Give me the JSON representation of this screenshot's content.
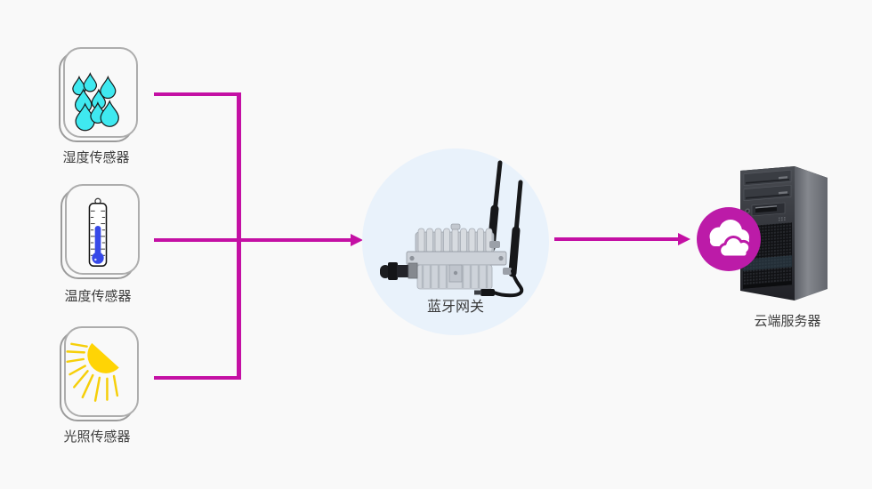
{
  "canvas_bg": "#f9f9f9",
  "colors": {
    "canvas_bg": "#f9f9f9",
    "accent": "#c410a4",
    "badge": "#bc1ba8",
    "gateway_circle": "#e9f2fb",
    "drop": "#3fe9f0",
    "thermo": "#3749e8",
    "sun": "#ffd405",
    "sun_ray": "#f6cf0a",
    "label_text": "#3d3d3d"
  },
  "diagram": {
    "sensors": [
      {
        "label": "湿度传感器",
        "icon": "water-drops-icon"
      },
      {
        "label": "温度传感器",
        "icon": "thermometer-icon"
      },
      {
        "label": "光照传感器",
        "icon": "sun-rays-icon"
      }
    ],
    "gateway": {
      "label": "蓝牙网关",
      "icon": "bluetooth-gateway-device-icon"
    },
    "server": {
      "label": "云端服务器",
      "icon": "cloud-icon"
    }
  }
}
